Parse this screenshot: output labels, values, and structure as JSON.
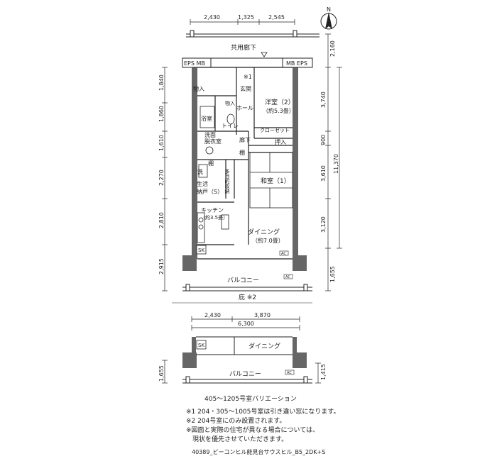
{
  "north_label": "N",
  "top_dims": [
    "2,430",
    "1,325",
    "2,545"
  ],
  "left_dims": [
    "1,840",
    "1,860",
    "1,610",
    "2,270",
    "2,810",
    "2,915"
  ],
  "right_dims_inner": [
    "2,160",
    "3,740",
    "900",
    "3,610",
    "3,120",
    "1,655"
  ],
  "right_dims_outer": [
    "11,370"
  ],
  "labels": {
    "corridor": "共用廊下",
    "eps_mb": "EPS  MB",
    "mb_eps": "MB  EPS",
    "star1": "※1",
    "storage": "物入",
    "storage2": "物入",
    "entrance": "玄関",
    "hall": "ホール",
    "bath": "浴室",
    "toilet": "トイレ",
    "western_room": "洋室（2）",
    "western_size": "（約5.3畳）",
    "closet": "クローゼット",
    "washroom1": "洗面",
    "washroom2": "脱衣室",
    "hallway": "廊下",
    "oshiire": "押入",
    "shelf1": "棚",
    "shelf2": "棚",
    "wash": "洗",
    "multi_storage": "多目的収納",
    "living_storage1": "生活",
    "living_storage2": "納戸（S）",
    "japanese_room": "和室（1）",
    "kitchen": "キッチン",
    "kitchen_size": "（約3.5畳）",
    "dining": "ダイニング",
    "dining_size": "（約7.0畳）",
    "ac": "AC",
    "sk": "SK",
    "balcony": "バルコニー",
    "eaves": "庇 ※2",
    "sub_label_1": "ダイニング",
    "sub_balcony": "バルコニー"
  },
  "sub_dims_top": [
    "2,430",
    "3,870",
    "6,300"
  ],
  "sub_dims_left": [
    "1,655"
  ],
  "sub_dims_right": [
    "1,415"
  ],
  "variation_caption": "405〜1205号室バリエーション",
  "notes": [
    "※1 204・305〜1005号室は引き違い窓になります。",
    "※2 204号室にのみ設置されます。",
    "※図面と実際の住宅が異なる場合については、",
    "　現状を優先させていただきます。"
  ],
  "footer_code": "40389_ビーコンヒル能見台サウスヒル_B5_2DK+S"
}
